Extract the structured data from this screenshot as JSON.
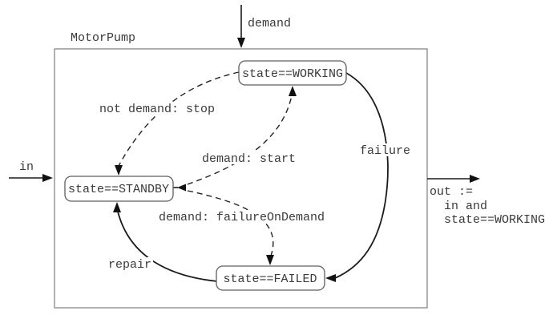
{
  "diagram": {
    "title": "MotorPump",
    "inputs": {
      "demand_label": "demand",
      "in_label": "in"
    },
    "output": {
      "line1": "out :=",
      "line2": "in and",
      "line3": "state==WORKING"
    },
    "states": {
      "working": "state==WORKING",
      "standby": "state==STANDBY",
      "failed": "state==FAILED"
    },
    "transitions": {
      "stop": "not demand: stop",
      "start": "demand: start",
      "failure_on_demand": "demand: failureOnDemand",
      "failure": "failure",
      "repair": "repair"
    },
    "colors": {
      "background": "#ffffff",
      "line": "#1b1b1b",
      "box_border": "#5f5f5f",
      "outer_border": "#7d7d7d",
      "text": "#3a3a3a"
    }
  }
}
